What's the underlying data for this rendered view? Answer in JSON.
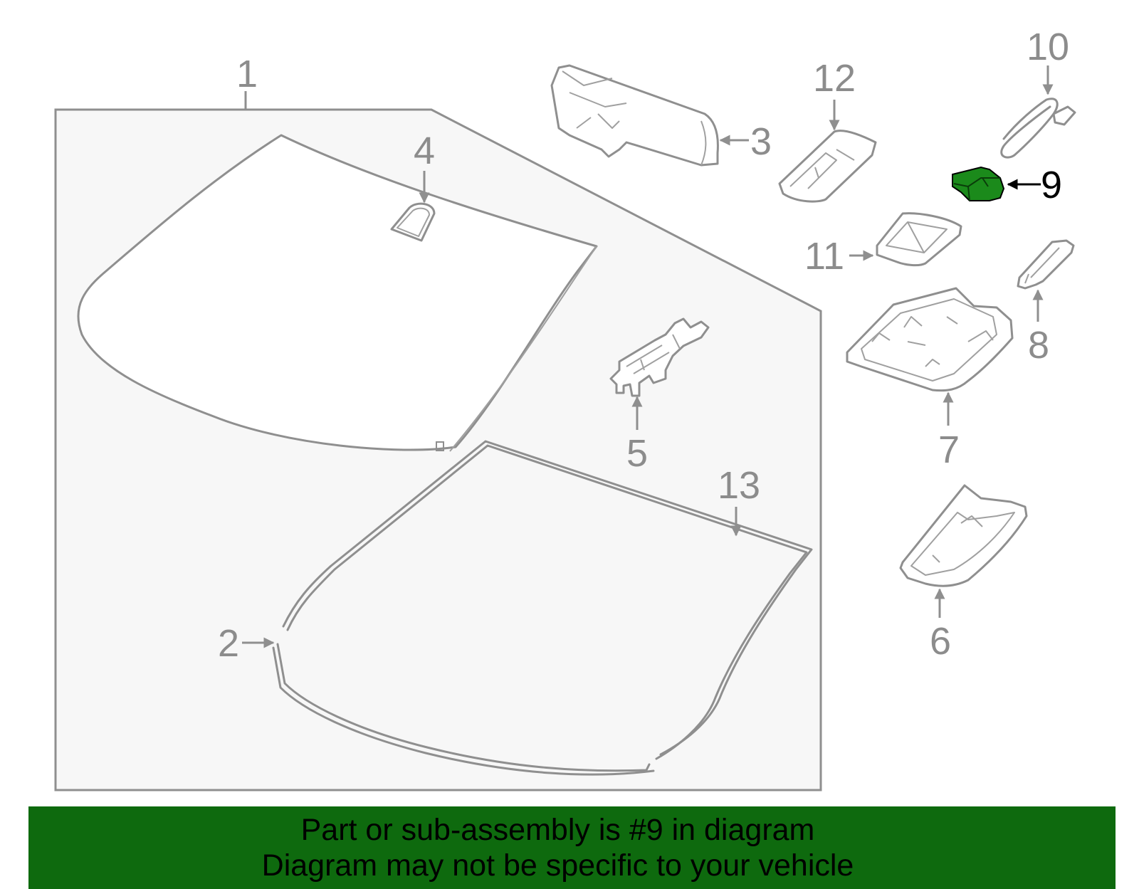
{
  "diagram": {
    "callouts": [
      "1",
      "2",
      "3",
      "4",
      "5",
      "6",
      "7",
      "8",
      "9",
      "10",
      "11",
      "12",
      "13"
    ],
    "highlighted_part": "9",
    "highlight_color": "#1b8a1b",
    "banner_color": "#0e6a0e",
    "line_color": "#8f8f8f",
    "panel_color": "#f7f7f7"
  },
  "banner": {
    "line1": "Part or sub-assembly is #9 in diagram",
    "line2": "Diagram may not be specific to your vehicle"
  }
}
